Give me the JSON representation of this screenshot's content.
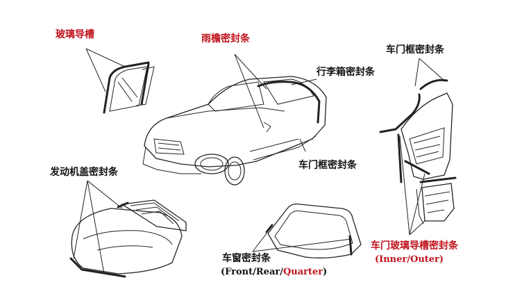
{
  "colors": {
    "red_label": "#c0121c",
    "black_label": "#111111",
    "line": "#222222",
    "background": "#ffffff"
  },
  "labels": {
    "glass_run_channel": "玻璃导槽",
    "rain_gutter_seal": "雨檐密封条",
    "door_frame_seal_top": "车门框密封条",
    "trunk_seal": "行李箱密封条",
    "door_frame_seal_mid": "车门框密封条",
    "hood_seal": "发动机盖密封条",
    "window_seal": "车窗密封条",
    "window_seal_sub_prefix": "(Front/Rear/",
    "window_seal_sub_quarter": "Quarter",
    "window_seal_sub_suffix": ")",
    "door_glass_channel_seal": "车门玻璃导槽密封条",
    "door_glass_channel_sub": "(Inner/Outer)"
  }
}
